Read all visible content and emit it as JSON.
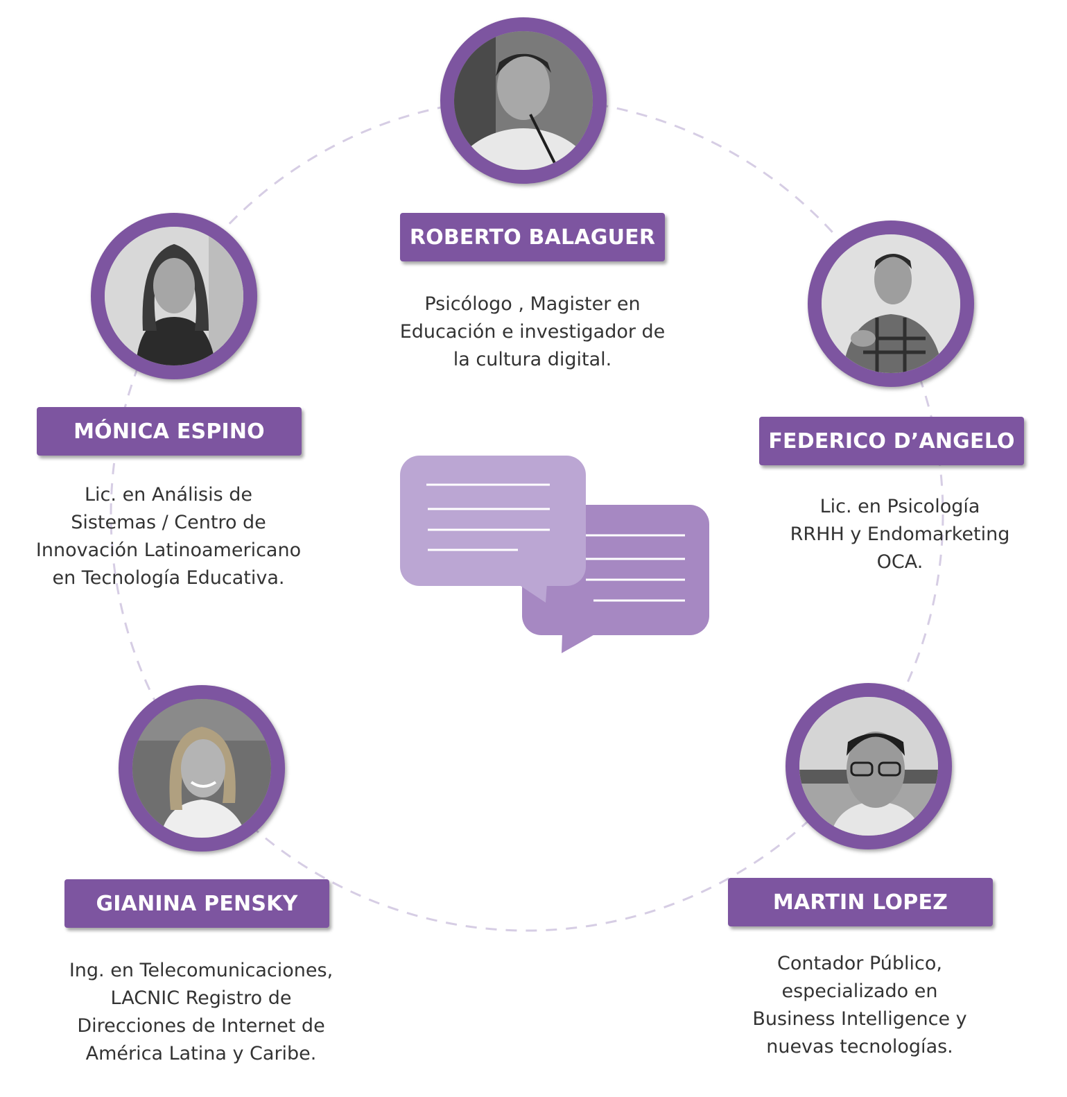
{
  "colors": {
    "accent": "#7d55a0",
    "ring_dash": "#d6cde4",
    "bubble_light": "#bba6d3",
    "bubble_dark": "#a688c2",
    "text": "#333333"
  },
  "center_icon": "chat-bubbles-icon",
  "people": [
    {
      "id": "roberto",
      "name": "ROBERTO BALAGUER",
      "description": [
        "Psicólogo , Magister en",
        "Educación e investigador de",
        "la cultura digital."
      ]
    },
    {
      "id": "monica",
      "name": "MÓNICA ESPINO",
      "description": [
        "Lic. en Análisis de",
        "Sistemas / Centro de",
        "Innovación Latinoamericano",
        "en Tecnología Educativa."
      ]
    },
    {
      "id": "federico",
      "name": "FEDERICO D’ANGELO",
      "description": [
        "Lic. en Psicología",
        "RRHH y Endomarketing",
        "OCA."
      ]
    },
    {
      "id": "gianina",
      "name": "GIANINA PENSKY",
      "description": [
        "Ing. en Telecomunicaciones,",
        "LACNIC Registro de",
        "Direcciones de Internet de",
        "América Latina y Caribe."
      ]
    },
    {
      "id": "martin",
      "name": "MARTIN LOPEZ",
      "description": [
        "Contador Público,",
        "especializado en",
        "Business Intelligence y",
        "nuevas tecnologías."
      ]
    }
  ]
}
